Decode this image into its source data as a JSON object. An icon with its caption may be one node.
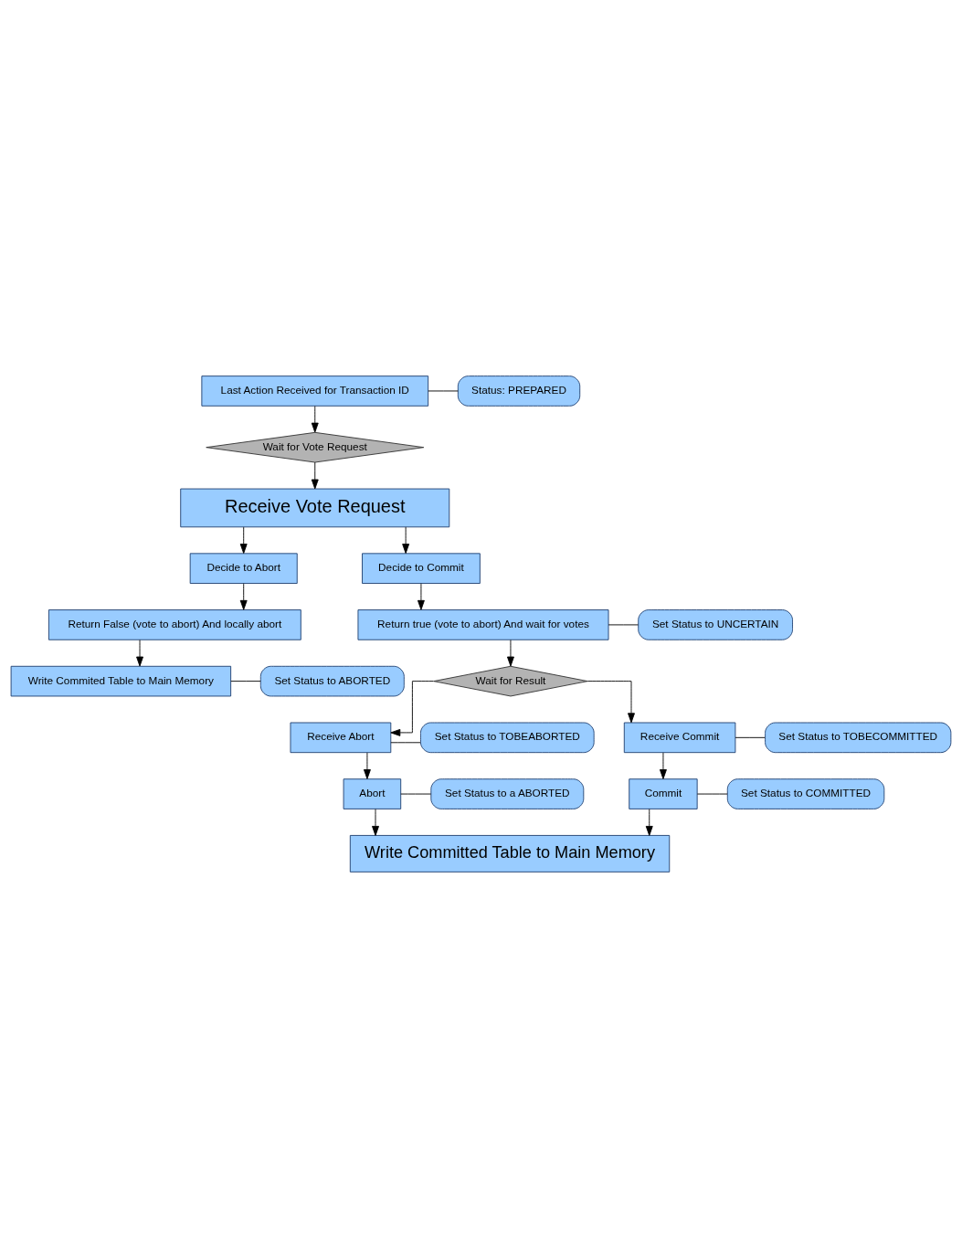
{
  "diagram": {
    "nodes": [
      {
        "text": [
          "Last Action Received for Transaction ID"
        ]
      },
      {
        "text": [
          "Status: PREPARED"
        ]
      },
      {
        "text": [
          "Wait for Vote Request"
        ]
      },
      {
        "text": [
          "Receive Vote Request"
        ]
      },
      {
        "text": [
          "Decide to Abort"
        ]
      },
      {
        "text": [
          "Decide to Commit"
        ]
      },
      {
        "text": [
          "Return False (vote to abort) And locally abort"
        ]
      },
      {
        "text": [
          "Set Status to ABORTED"
        ]
      },
      {
        "text": [
          "Return true (vote to abort) And wait for votes"
        ]
      },
      {
        "text": [
          "Write Commited Table to Main Memory"
        ]
      },
      {
        "text": [
          "Set Status to UNCERTAIN"
        ]
      },
      {
        "text": [
          "Wait for Result"
        ]
      },
      {
        "text": [
          "Receive Abort"
        ]
      },
      {
        "text": [
          "Receive Commit"
        ]
      },
      {
        "text": [
          "Set Status to TOBEABORTED"
        ]
      },
      {
        "text": [
          "Set Status to TOBECOMMITTED"
        ]
      },
      {
        "text": [
          "Abort"
        ]
      },
      {
        "text": [
          "Commit"
        ]
      },
      {
        "text": [
          "Set Status to a ABORTED"
        ]
      },
      {
        "text": [
          "Set Status to COMMITTED"
        ]
      },
      {
        "text": [
          "Write Committed Table to Main Memory"
        ]
      }
    ],
    "edges": [
      {
        "from": 1,
        "to": 0,
        "arrow": "none"
      },
      {
        "from": 0,
        "to": 2,
        "arrow": "to"
      },
      {
        "from": 2,
        "to": 3,
        "arrow": "to"
      },
      {
        "from": 3,
        "to": 4,
        "arrow": "to"
      },
      {
        "from": 3,
        "to": 5,
        "arrow": "to"
      },
      {
        "from": 4,
        "to": 6,
        "arrow": "to"
      },
      {
        "from": 5,
        "to": 8,
        "arrow": "to"
      },
      {
        "from": 6,
        "to": 9,
        "arrow": "to"
      },
      {
        "from": 7,
        "to": 9,
        "arrow": "none"
      },
      {
        "from": 10,
        "to": 8,
        "arrow": "none"
      },
      {
        "from": 8,
        "to": 11,
        "arrow": "to"
      },
      {
        "from": 11,
        "to": 12,
        "arrow": "to"
      },
      {
        "from": 11,
        "to": 13,
        "arrow": "to"
      },
      {
        "from": 14,
        "to": 12,
        "arrow": "none"
      },
      {
        "from": 15,
        "to": 13,
        "arrow": "none"
      },
      {
        "from": 12,
        "to": 16,
        "arrow": "to"
      },
      {
        "from": 13,
        "to": 17,
        "arrow": "to"
      },
      {
        "from": 18,
        "to": 16,
        "arrow": "none"
      },
      {
        "from": 19,
        "to": 17,
        "arrow": "none"
      },
      {
        "from": 16,
        "to": 20,
        "arrow": "to"
      },
      {
        "from": 17,
        "to": 20,
        "arrow": "to"
      }
    ]
  }
}
